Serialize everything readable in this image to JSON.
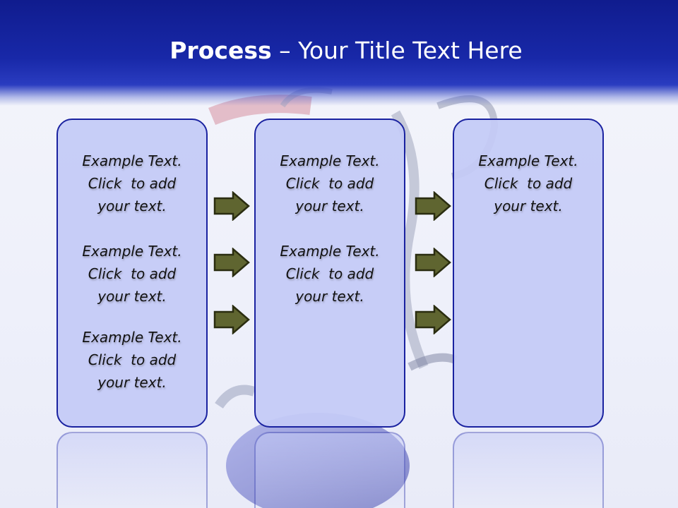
{
  "title": {
    "bold": "Process",
    "rest": "  – Your Title Text Here"
  },
  "colors": {
    "header": "#1828a8",
    "box_fill": "#c4caf6",
    "box_border": "#1a22a0",
    "arrow_fill": "#5f6530",
    "arrow_border": "#2a2d10"
  },
  "columns": [
    {
      "items": [
        {
          "line1": "Example Text.",
          "line2": "Click  to add",
          "line3": "your text."
        },
        {
          "line1": "Example Text.",
          "line2": "Click  to add",
          "line3": "your text."
        },
        {
          "line1": "Example Text.",
          "line2": "Click  to add",
          "line3": "your text."
        }
      ]
    },
    {
      "items": [
        {
          "line1": "Example Text.",
          "line2": "Click  to add",
          "line3": "your text."
        },
        {
          "line1": "Example Text.",
          "line2": "Click  to add",
          "line3": "your text."
        }
      ]
    },
    {
      "items": [
        {
          "line1": "Example Text.",
          "line2": "Click  to add",
          "line3": "your text."
        }
      ]
    }
  ],
  "arrows": {
    "icon": "right-arrow-icon",
    "count_per_gap": 3
  }
}
